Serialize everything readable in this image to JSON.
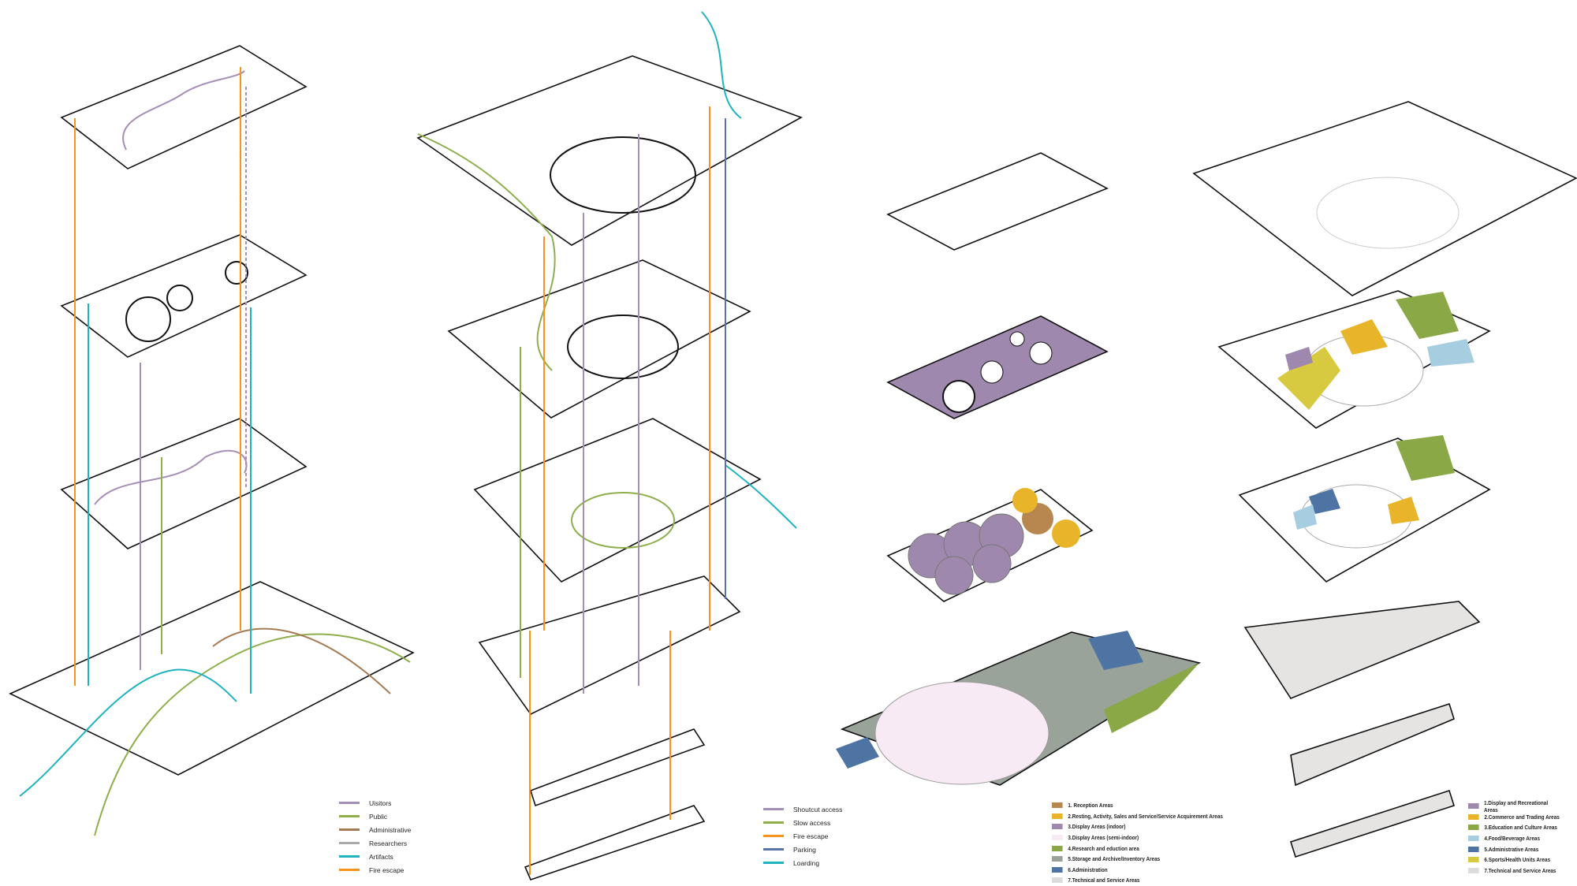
{
  "legend_circulation_1": [
    {
      "label": "Uisitors",
      "color": "#a58fb7"
    },
    {
      "label": "Public",
      "color": "#8fae4c"
    },
    {
      "label": "Administrative",
      "color": "#a57b55"
    },
    {
      "label": "Researchers",
      "color": "#a7aaa9"
    },
    {
      "label": "Artifacts",
      "color": "#1fb3c0"
    },
    {
      "label": "Fire escape",
      "color": "#f7941d"
    }
  ],
  "legend_circulation_2": [
    {
      "label": "Shoutcut access",
      "color": "#a58fb7"
    },
    {
      "label": "Slow access",
      "color": "#8fae4c"
    },
    {
      "label": "Fire escape",
      "color": "#f7941d"
    },
    {
      "label": "Parking",
      "color": "#5a74a8"
    },
    {
      "label": "Loarding",
      "color": "#1fb3c0"
    }
  ],
  "legend_functions_1": [
    {
      "label": "1. Reception Areas",
      "color": "#b8864f"
    },
    {
      "label": "2.Resting, Activity, Sales and Service/Service Acquirement Areas",
      "color": "#e8b52a"
    },
    {
      "label": "3.Display Areas (indoor)",
      "color": "#9f88ad"
    },
    {
      "label": "3.Display Areas (semi-indoor)",
      "color": "#f7eaf5"
    },
    {
      "label": "4.Research and eduction area",
      "color": "#8aa845"
    },
    {
      "label": "5.Storage and Archive/Inventory Areas",
      "color": "#9aa39a"
    },
    {
      "label": "6.Administration",
      "color": "#4d74a2"
    },
    {
      "label": "7.Technical and Service Areas",
      "color": "#dedcda"
    }
  ],
  "legend_functions_2": [
    {
      "label": "1.Display and Recreational Areas",
      "color": "#9f88ad"
    },
    {
      "label": "2.Commerce and Trading Areas",
      "color": "#e8b52a"
    },
    {
      "label": "3.Education and Culture Areas",
      "color": "#8aa845"
    },
    {
      "label": "4.Food/Beverage Areas",
      "color": "#a7cde0"
    },
    {
      "label": "5.Administrative Areas",
      "color": "#4d74a2"
    },
    {
      "label": "6.Sports/Health Units Areas",
      "color": "#d7c940"
    },
    {
      "label": "7.Technical and Service Areas",
      "color": "#dedcda"
    }
  ]
}
